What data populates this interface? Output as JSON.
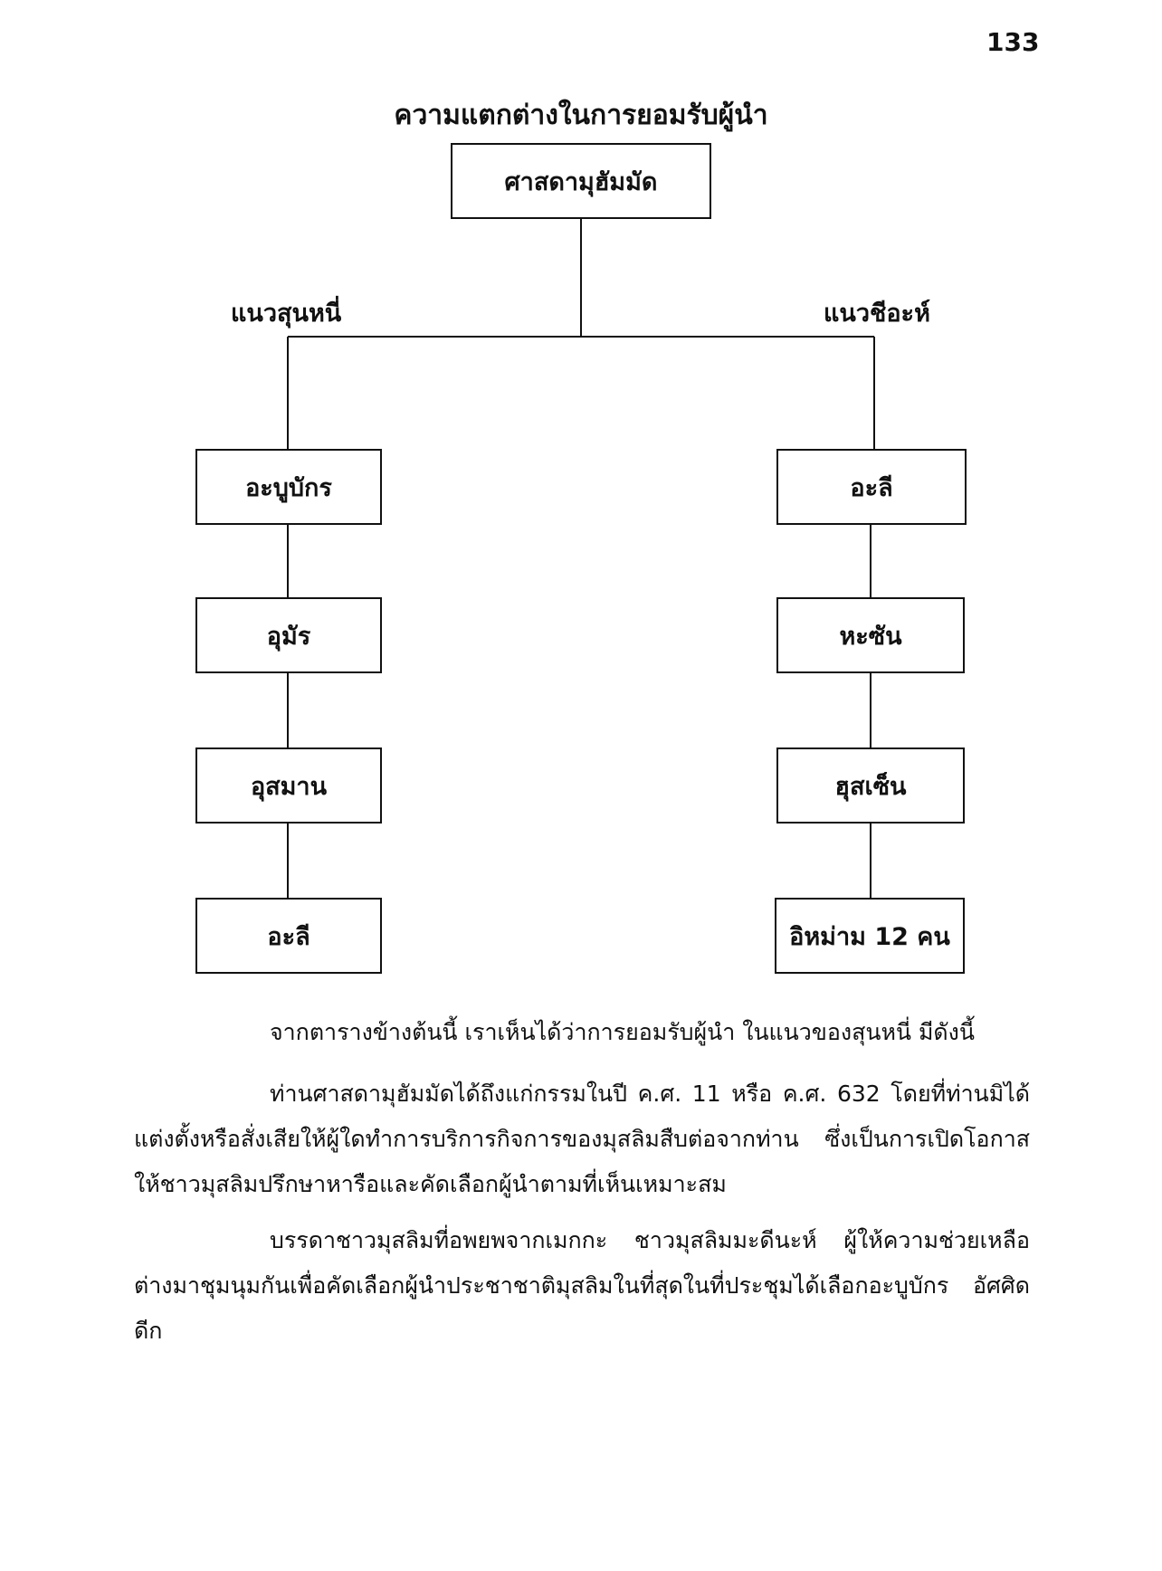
{
  "page_number": "133",
  "diagram": {
    "title": "ความแตกต่างในการยอมรับผู้นำ",
    "root": "ศาสดามุฮัมมัด",
    "left_branch": {
      "label": "แนวสุนหนี่",
      "nodes": [
        "อะบูบักร",
        "อุมัร",
        "อุสมาน",
        "อะลี"
      ]
    },
    "right_branch": {
      "label": "แนวชีอะห์",
      "nodes": [
        "อะลี",
        "หะซัน",
        "ฮุสเซ็น",
        "อิหม่าม 12 คน"
      ]
    }
  },
  "text": {
    "paragraph_1": "จากตารางข้างต้นนี้ เราเห็นได้ว่าการยอมรับผู้นำ ในแนวของสุนหนี่ มีดังนี้",
    "paragraph_2": "ท่านศาสดามุฮัมมัดได้ถึงแก่กรรมในปี ค.ศ. 11 หรือ ค.ศ. 632 โดยที่ท่านมิได้แต่งตั้งหรือสั่งเสียให้ผู้ใดทำการบริการกิจการของมุสลิมสืบต่อจากท่าน ซึ่งเป็นการเปิดโอกาสให้ชาวมุสลิมปรึกษาหารือและคัดเลือกผู้นำตามที่เห็นเหมาะสม",
    "paragraph_3": "บรรดาชาวมุสลิมที่อพยพจากเมกกะ ชาวมุสลิมมะดีนะห์ ผู้ให้ความช่วยเหลือ ต่างมาชุมนุมกันเพื่อคัดเลือกผู้นำประชาชาติมุสลิมในที่สุดในที่ประชุมได้เลือกอะบูบักร อัศศิดดีก"
  }
}
